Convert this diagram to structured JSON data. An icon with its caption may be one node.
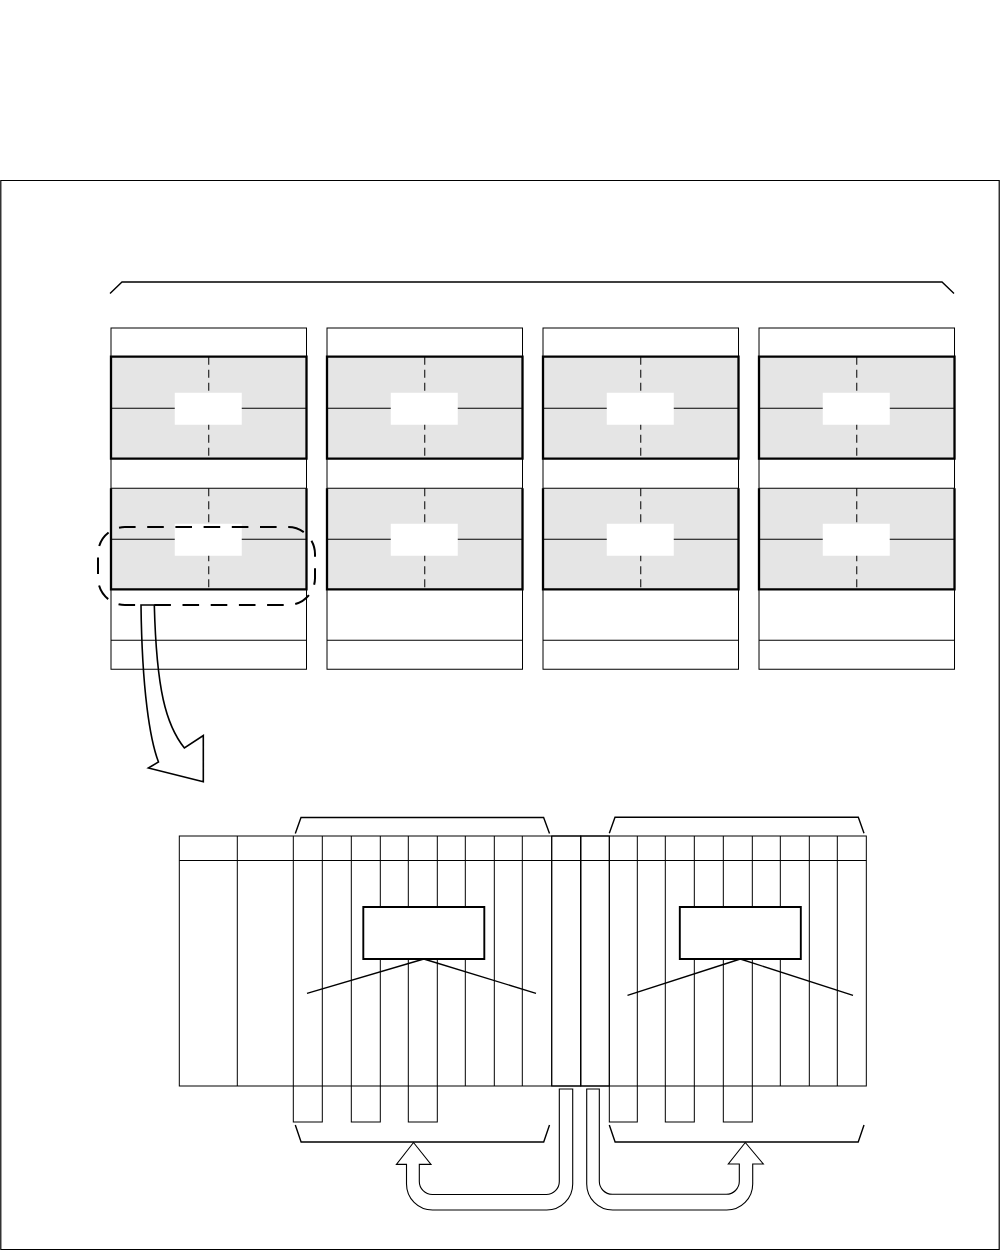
{
  "diagram": {
    "nodes": [
      {
        "text": [],
        "shape": "box"
      },
      {
        "text": [],
        "shape": "table"
      },
      {
        "text": [],
        "shape": "box",
        "in": 1
      },
      {
        "text": [],
        "shape": "box",
        "in": 1
      },
      {
        "text": [],
        "shape": "column",
        "in": 1
      },
      {
        "text": [],
        "shape": "column",
        "in": 1
      },
      {
        "text": [],
        "shape": "bracket"
      },
      {
        "text": [],
        "shape": "bracket"
      }
    ],
    "edges": [
      {
        "from": 0,
        "to": null,
        "arrow": "to",
        "style": "thick"
      },
      {
        "from": 2,
        "to": null,
        "arrow": "none"
      },
      {
        "from": 2,
        "to": null,
        "arrow": "none"
      },
      {
        "from": 3,
        "to": null,
        "arrow": "none"
      },
      {
        "from": 3,
        "to": null,
        "arrow": "none"
      },
      {
        "from": 4,
        "to": 6,
        "arrow": "to",
        "style": "thick"
      },
      {
        "from": 5,
        "to": 7,
        "arrow": "to",
        "style": "thick"
      }
    ]
  }
}
